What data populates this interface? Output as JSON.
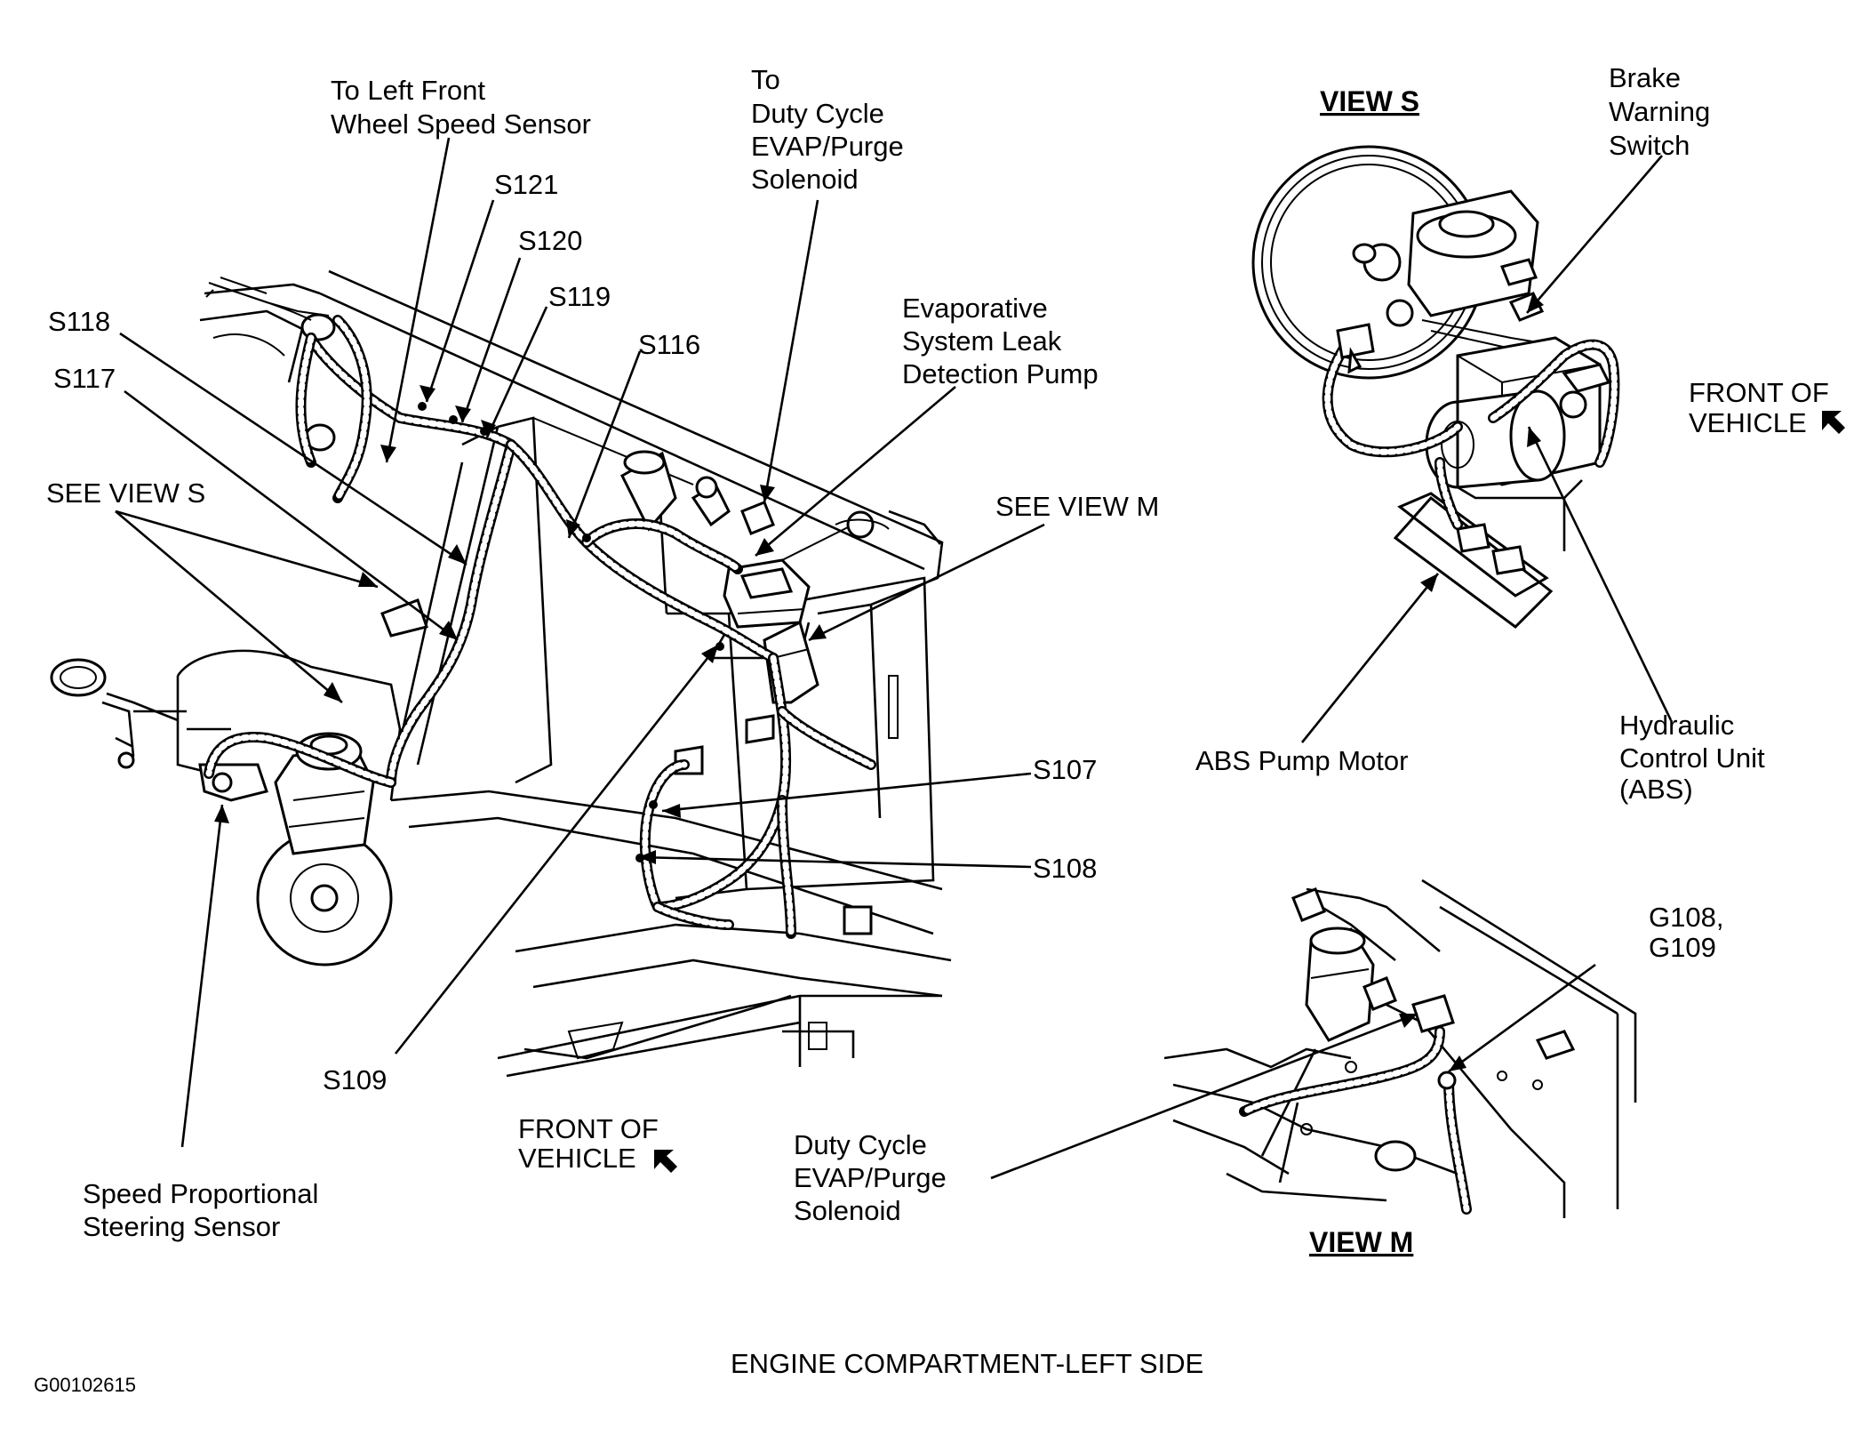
{
  "main_view": {
    "labels": {
      "to_left_front_wheel_speed_sensor": [
        "To Left Front",
        "Wheel Speed Sensor"
      ],
      "s121": "S121",
      "s120": "S120",
      "s119": "S119",
      "s118": "S118",
      "s117": "S117",
      "s116": "S116",
      "to_duty_cycle_evap": [
        "To",
        "Duty Cycle",
        "EVAP/Purge",
        "Solenoid"
      ],
      "evap_leak_detection_pump": [
        "Evaporative",
        "System Leak",
        "Detection Pump"
      ],
      "see_view_s": "SEE VIEW S",
      "see_view_m": "SEE VIEW M",
      "s107": "S107",
      "s108": "S108",
      "s109": "S109",
      "front_of_vehicle": [
        "FRONT OF",
        "VEHICLE"
      ],
      "speed_proportional_steering_sensor": [
        "Speed Proportional",
        "Steering Sensor"
      ]
    }
  },
  "view_s": {
    "title": "VIEW S",
    "labels": {
      "brake_warning_switch": [
        "Brake",
        "Warning",
        "Switch"
      ],
      "front_of_vehicle": [
        "FRONT OF",
        "VEHICLE"
      ],
      "abs_pump_motor": "ABS Pump Motor",
      "hydraulic_control_unit": [
        "Hydraulic",
        "Control Unit",
        "(ABS)"
      ]
    }
  },
  "view_m": {
    "title": "VIEW M",
    "labels": {
      "g108_g109": [
        "G108,",
        "G109"
      ],
      "duty_cycle_evap": [
        "Duty Cycle",
        "EVAP/Purge",
        "Solenoid"
      ]
    }
  },
  "caption": "ENGINE COMPARTMENT-LEFT SIDE",
  "figure_id": "G00102615",
  "icons": {
    "front_arrow": "diagonal-arrow-icon"
  }
}
